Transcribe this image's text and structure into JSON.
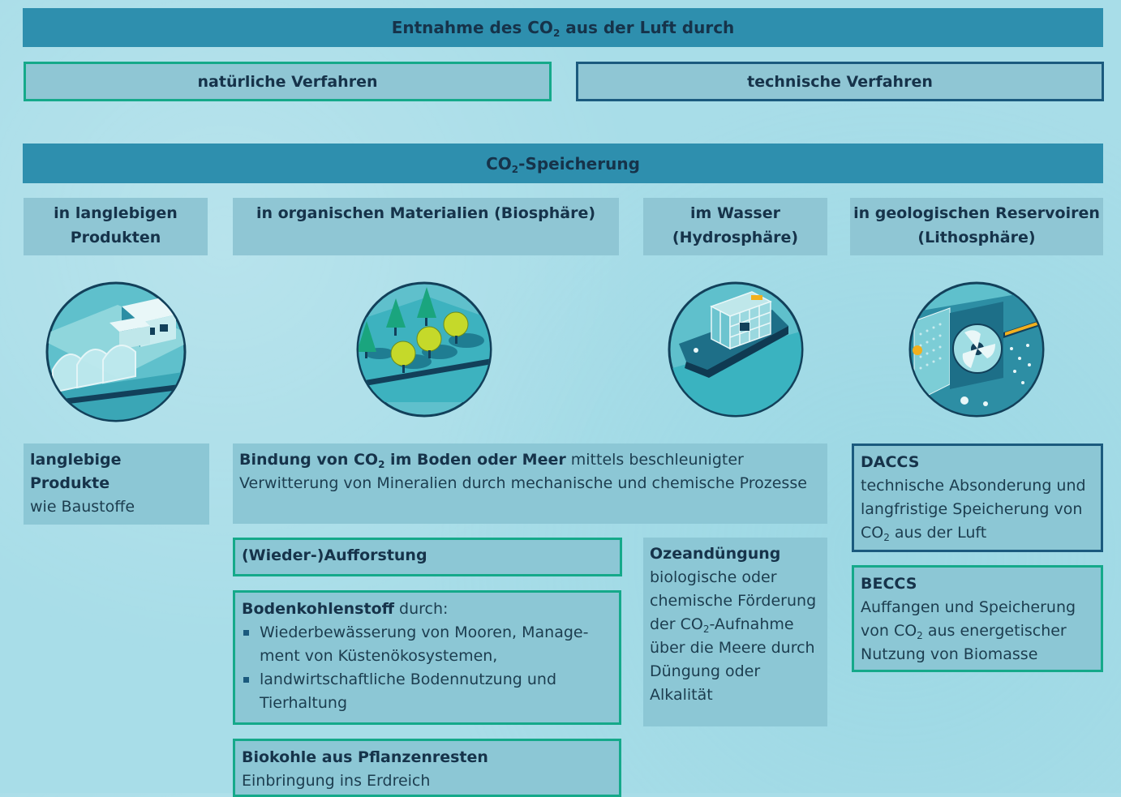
{
  "header": {
    "title_pre": "Entnahme des CO",
    "title_sub": "2",
    "title_post": " aus der Luft durch"
  },
  "methods": {
    "natural": "natürliche Verfahren",
    "technical": "technische Verfahren"
  },
  "storage": {
    "title_pre": "CO",
    "title_sub": "2",
    "title_post": "-Speicherung"
  },
  "categories": [
    {
      "line1": "in langlebigen",
      "line2": "Produkten",
      "icon": "factory-greenhouse-icon"
    },
    {
      "line1": "in organischen Materialien (Biosphäre)",
      "line2": "",
      "icon": "trees-icon"
    },
    {
      "line1": "im Wasser",
      "line2": "(Hydrosphäre)",
      "icon": "cargo-ship-icon"
    },
    {
      "line1": "in geologischen Reservoiren",
      "line2": "(Lithosphäre)",
      "icon": "air-capture-fan-icon"
    }
  ],
  "boxes": {
    "products": {
      "title": "langlebige Produkte",
      "text": "wie Baustoffe"
    },
    "binding": {
      "title_pre": "Bindung von CO",
      "title_sub": "2",
      "title_post": " im Boden oder Meer",
      "text_line1": " mittels beschleunigter",
      "text_line2": "Verwitterung von Mineralien durch mechanische und chemische Prozesse"
    },
    "afforestation": {
      "title": "(Wieder-)Aufforstung"
    },
    "soil_carbon": {
      "title": "Bodenkohlenstoff",
      "suffix": " durch:",
      "items": [
        {
          "line1": "Wiederbewässerung von Mooren, Manage-",
          "line2": "ment von Küstenökosystemen,"
        },
        {
          "line1": "landwirtschaftliche Bodennutzung und",
          "line2": "Tierhaltung"
        }
      ]
    },
    "biochar": {
      "title": "Biokohle aus Pflanzenresten",
      "text": "Einbringung ins Erdreich"
    },
    "ocean": {
      "title": "Ozeandüngung",
      "l1": "biologische oder",
      "l2": "chemische Förderung",
      "l3_pre": "der CO",
      "l3_sub": "2",
      "l3_post": "-Aufnahme",
      "l4": "über die Meere durch",
      "l5": "Düngung oder",
      "l6": "Alkalität"
    },
    "daccs": {
      "title": "DACCS",
      "l1": "technische Absonderung und",
      "l2": "langfristige Speicherung von",
      "l3_pre": "CO",
      "l3_sub": "2",
      "l3_post": " aus der Luft"
    },
    "beccs": {
      "title": "BECCS",
      "l1": "Auffangen und Speicherung",
      "l2_pre": "von CO",
      "l2_sub": "2",
      "l2_post": " aus energetischer",
      "l3": "Nutzung von Biomasse"
    }
  },
  "colors": {
    "banner": "#2e8fae",
    "panel": "#8fc6d4",
    "green_border": "#15a98a",
    "navy_border": "#1b5a7e",
    "tree_yellow": "#c5d92a"
  }
}
